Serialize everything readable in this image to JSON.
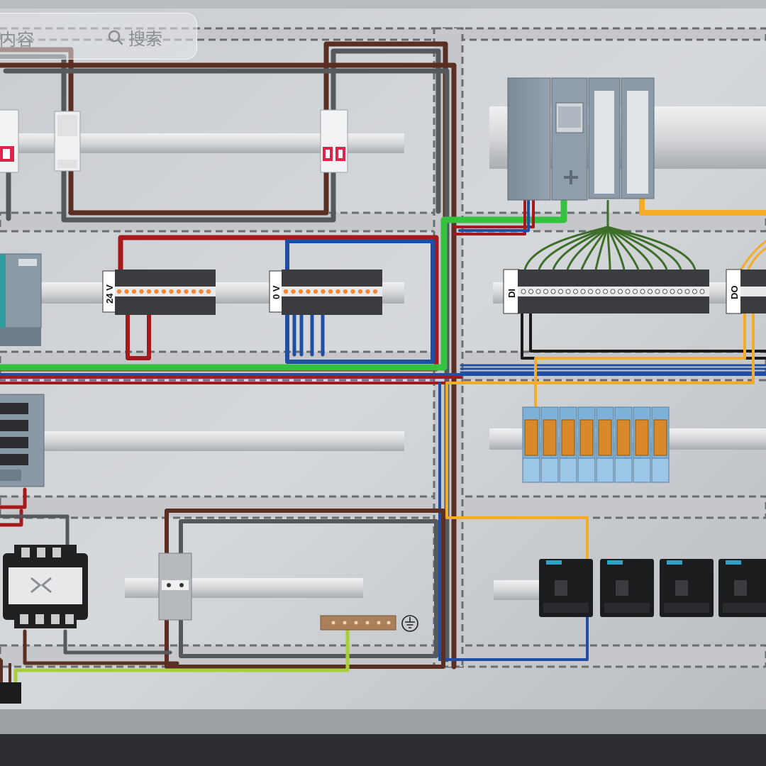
{
  "search": {
    "placeholder": "内容",
    "button_label": "搜索",
    "icon": "search-icon"
  },
  "terminal_labels": {
    "v24": "24 V",
    "v0": "0 V",
    "di": "DI",
    "do": "DO"
  },
  "icons": {
    "ground": "ground-symbol-icon"
  },
  "colors": {
    "wire_brown": "#5a2e22",
    "wire_gray": "#55595e",
    "wire_red": "#a3191c",
    "wire_blue": "#1f4ea3",
    "wire_green": "#34c23f",
    "wire_darkgreen": "#3f6e2a",
    "wire_yellow": "#f4ac28",
    "wire_black": "#1a1a1a",
    "wire_yellowgreen": "#a8cf3a",
    "breaker_red": "#e0234b",
    "plc_body": "#8594a1",
    "relay_orange": "#d9892a",
    "relay_base": "#7fb2d8",
    "contactor": "#1b1c1e"
  }
}
